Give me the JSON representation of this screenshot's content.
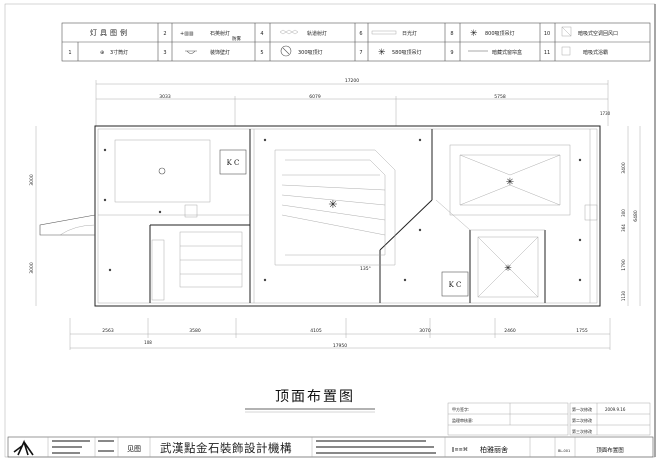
{
  "legend": {
    "title": "灯具图例",
    "items": [
      {
        "num": "1",
        "label": "3寸筒灯"
      },
      {
        "num": "2",
        "label": "石英射灯",
        "sub": "防雾"
      },
      {
        "num": "3",
        "label": "装饰壁灯"
      },
      {
        "num": "4",
        "label": "轨道射灯"
      },
      {
        "num": "5",
        "label": "300吸顶灯"
      },
      {
        "num": "6",
        "label": "日光灯"
      },
      {
        "num": "7",
        "label": "580吸顶吊灯"
      },
      {
        "num": "8",
        "label": "800吸顶吊灯"
      },
      {
        "num": "9",
        "label": "暗藏式窗帘盒"
      },
      {
        "num": "10",
        "label": "暗吸式空调回风口"
      },
      {
        "num": "11",
        "label": "暗吸式浴霸"
      }
    ]
  },
  "dimensions": {
    "top_total": "17200",
    "top": [
      "3033",
      "6079",
      "5758"
    ],
    "bottom": [
      "2563",
      "3580",
      "4105",
      "3070",
      "2460",
      "1755"
    ],
    "bottom_small": "108",
    "bottom_total": "17950",
    "left": [
      "3000",
      "3000"
    ],
    "right_total": "6480",
    "right": [
      "3400",
      "300",
      "364",
      "1790",
      "1130"
    ],
    "corner": "1730"
  },
  "plan": {
    "kc_label": "K C",
    "angle": "135°"
  },
  "drawing_title": "顶面布置图",
  "title_block": {
    "see_drawing": "见图",
    "company": "武漢點金石裝飾設計機構",
    "client_sign": "甲方签字:",
    "supervisor": "监理审核意:",
    "rev1": "第一次修改",
    "rev1_date": "2009.9.16",
    "rev2": "第二次修改",
    "rev3": "第三次修改",
    "project": "柏雅丽舍",
    "sheet_title": "顶面布置图",
    "sheet_no": "BL-001"
  }
}
